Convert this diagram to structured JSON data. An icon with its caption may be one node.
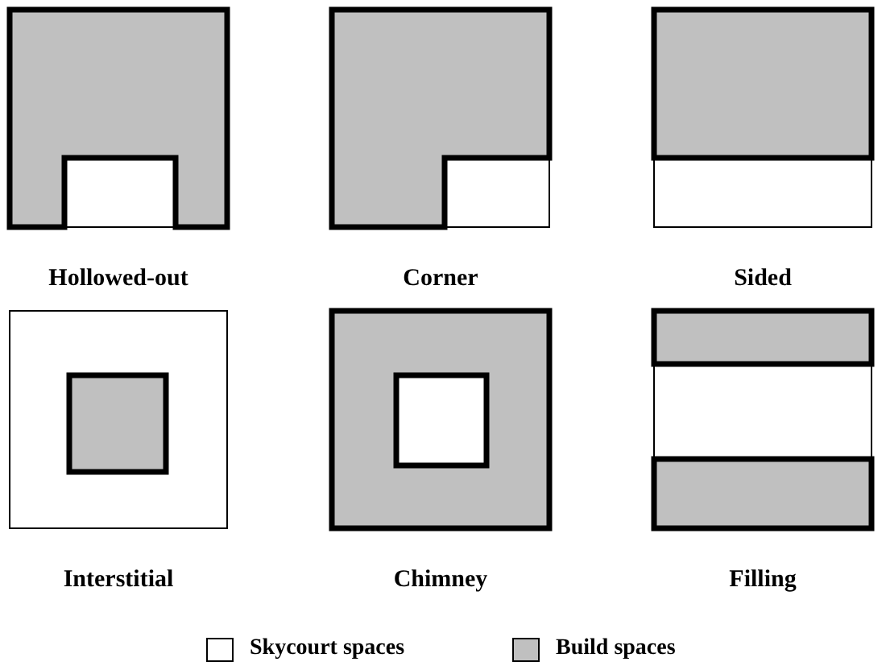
{
  "diagram": {
    "labels": [
      "Hollowed-out",
      "Corner",
      "Sided",
      "Interstitial",
      "Chimney",
      "Filling"
    ],
    "legend": [
      {
        "text": "Skycourt spaces",
        "color": "#ffffff"
      },
      {
        "text": "Build spaces",
        "color": "#c0c0c0"
      }
    ]
  }
}
